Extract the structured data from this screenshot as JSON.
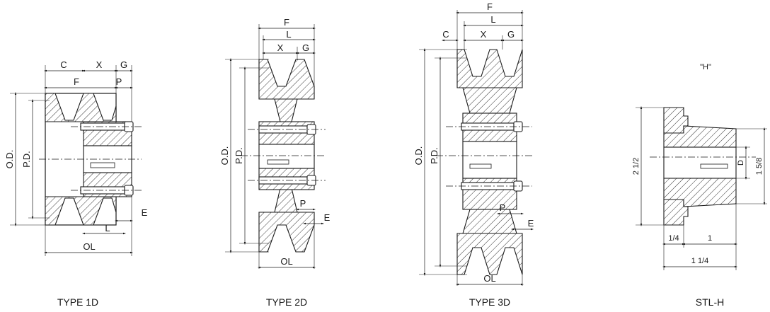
{
  "figures": [
    {
      "caption": "TYPE 1D",
      "labels": {
        "od": "O.D.",
        "pd": "P.D.",
        "c": "C",
        "x": "X",
        "g": "G",
        "f": "F",
        "p": "P",
        "e": "E",
        "l": "L",
        "ol": "OL"
      }
    },
    {
      "caption": "TYPE 2D",
      "labels": {
        "od": "O.D.",
        "pd": "P.D.",
        "f": "F",
        "l": "L",
        "x": "X",
        "g": "G",
        "p": "P",
        "e": "E",
        "ol": "OL"
      }
    },
    {
      "caption": "TYPE 3D",
      "labels": {
        "od": "O.D.",
        "pd": "P.D.",
        "f": "F",
        "l": "L",
        "c": "C",
        "x": "X",
        "g": "G",
        "p": "P",
        "e": "E",
        "ol": "OL"
      }
    },
    {
      "caption": "STL-H",
      "title": "\"H\"",
      "labels": {
        "h_total": "2 1/2",
        "d": "D",
        "h_taper": "1 5/8",
        "w1": "1/4",
        "w2": "1",
        "w_total": "1 1/4"
      }
    }
  ]
}
